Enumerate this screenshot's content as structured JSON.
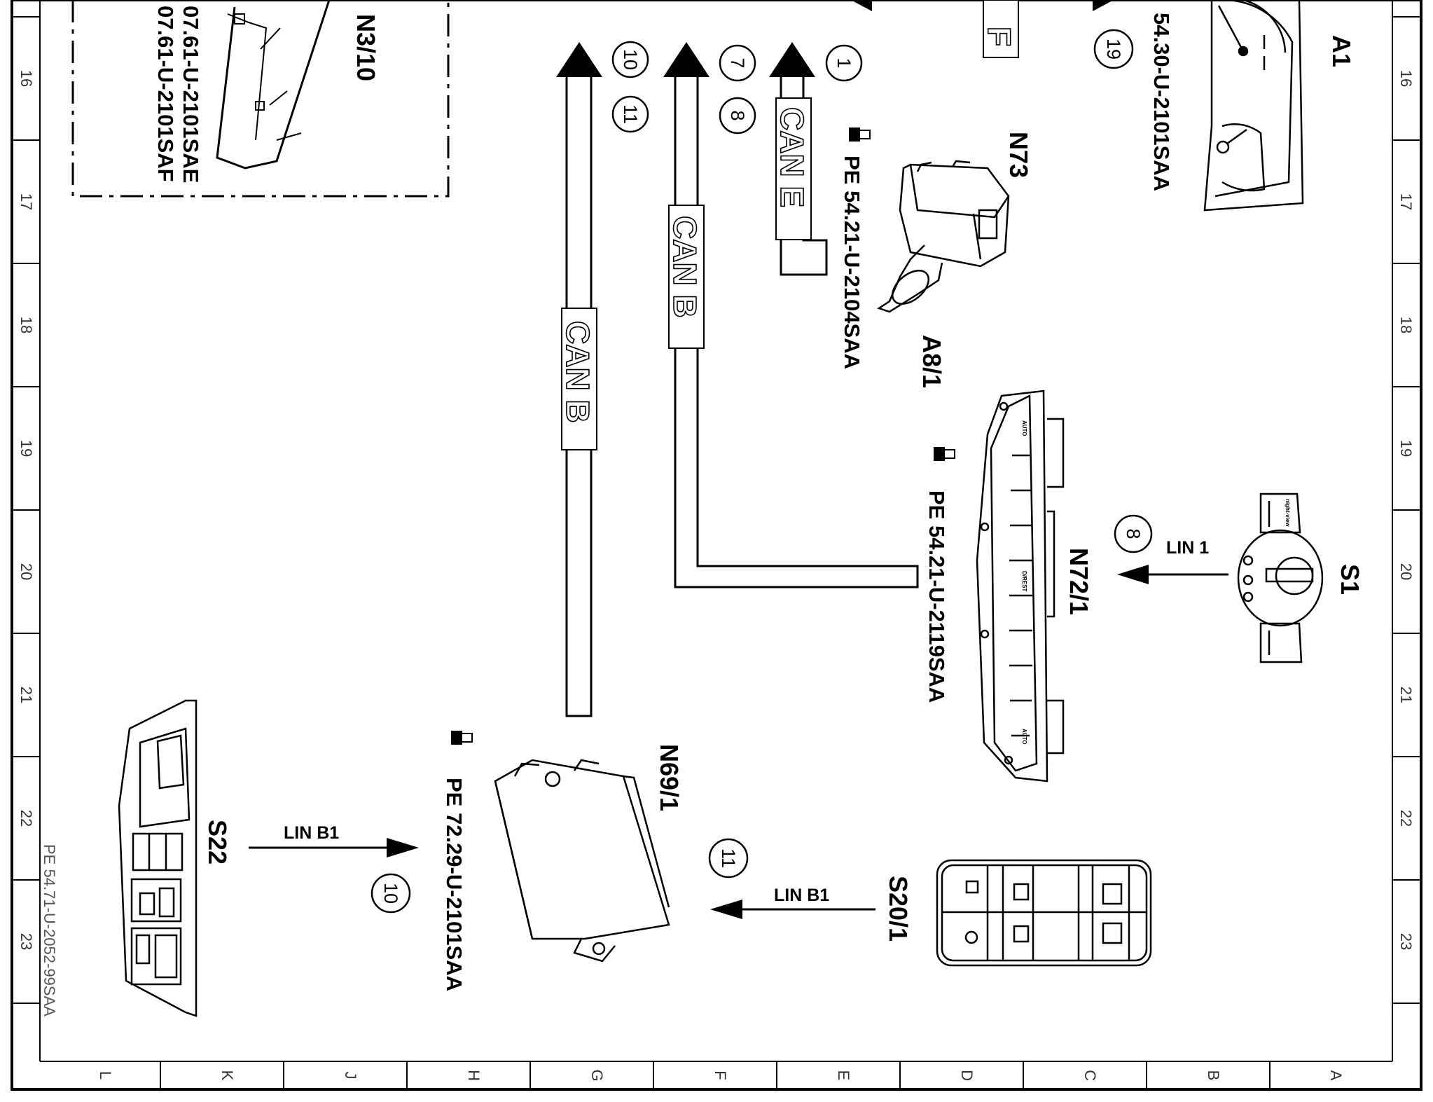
{
  "document_code": "PE 54.71-U-2052-99SAA",
  "grid": {
    "rows": [
      "16",
      "17",
      "18",
      "19",
      "20",
      "21",
      "22",
      "23"
    ],
    "columns": [
      "L",
      "K",
      "J",
      "H",
      "G",
      "F",
      "E",
      "D",
      "C",
      "B",
      "A"
    ]
  },
  "components": {
    "n3_10": {
      "label": "N3/10",
      "ref1": "07.61-U-2101SAE",
      "ref2": "07.61-U-2101SAF"
    },
    "a1": {
      "label": "A1",
      "ref": "54.30-U-2101SAA"
    },
    "n73": {
      "label": "N73"
    },
    "a8_1": {
      "label": "A8/1",
      "ref": "PE 54.21-U-2104SAA"
    },
    "n72_1": {
      "label": "N72/1",
      "ref": "PE 54.21-U-2119SAA",
      "button_auto": "AUTO",
      "button_rest": "D/REST"
    },
    "s1": {
      "label": "S1",
      "face_text": "night-view"
    },
    "n69_1": {
      "label": "N69/1",
      "ref": "PE 72.29-U-2101SAA"
    },
    "s22": {
      "label": "S22"
    },
    "s20_1": {
      "label": "S20/1"
    }
  },
  "buses": {
    "can_e": "CAN E",
    "can_b_upper": "CAN B",
    "can_b_lower": "CAN B",
    "partial_f": "F",
    "lin_1": "LIN 1",
    "lin_b1_left": "LIN B1",
    "lin_b1_right": "LIN B1"
  },
  "connection_numbers": {
    "c1": "1",
    "c7": "7",
    "c8_top": "8",
    "c10_top": "10",
    "c11_top": "11",
    "c19": "19",
    "c8_s1": "8",
    "c10_s22": "10",
    "c11_s20": "11"
  }
}
